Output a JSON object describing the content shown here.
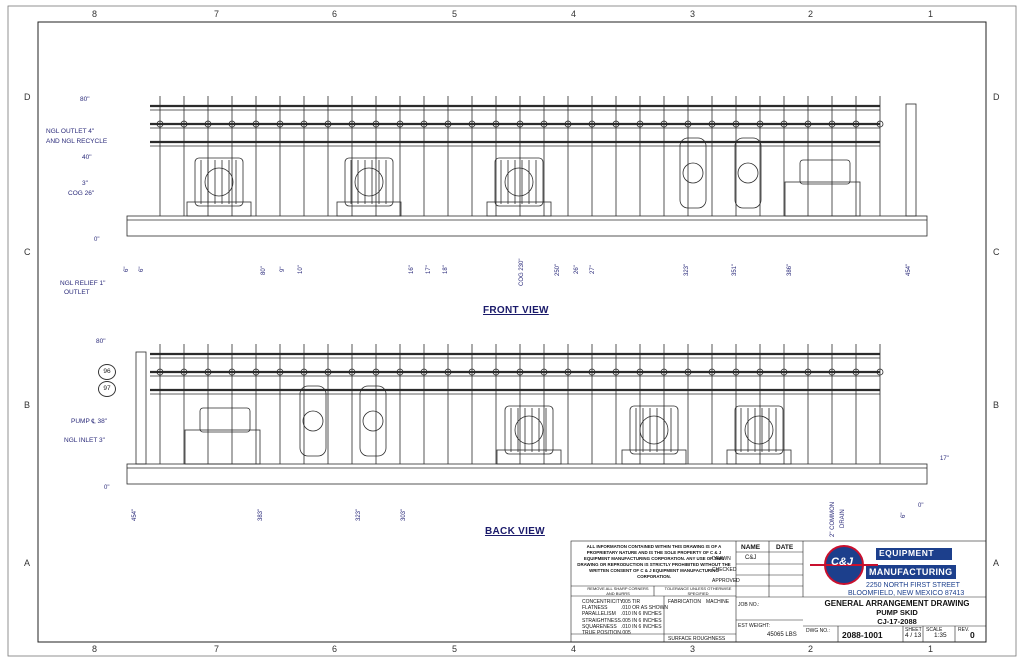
{
  "sheet": {
    "zones_top": [
      "8",
      "7",
      "6",
      "5",
      "4",
      "3",
      "2",
      "1"
    ],
    "zones_side_top": [
      "D",
      "C",
      "B",
      "A"
    ],
    "zones_side_bottom": [
      "B",
      "A"
    ]
  },
  "views": {
    "front": "FRONT VIEW",
    "back": "BACK VIEW"
  },
  "front_callouts": [
    "80\"",
    "NGL OUTLET 4\"",
    "AND NGL RECYCLE",
    "40\"",
    "3\"",
    "COG 26\""
  ],
  "front_dims": [
    "0\"",
    "6\"",
    "80\"",
    "9\"",
    "10\"",
    "16\"",
    "17\"",
    "18\"",
    "COG 230\"",
    "250\"",
    "26\"",
    "27\"",
    "323\"",
    "351\"",
    "386\"",
    "454\""
  ],
  "back_callouts": [
    "NGL RELIEF 1\"",
    "OUTLET",
    "80\"",
    "PUMP ℄ 38\"",
    "NGL INLET 3\""
  ],
  "back_dims": [
    "0\"",
    "454\"",
    "383\"",
    "323\"",
    "303\"",
    "2\" COMMON",
    "DRAIN",
    "6\"",
    "0\"",
    "17\""
  ],
  "bubbles": [
    "96",
    "97"
  ],
  "titleblock": {
    "notice": "ALL INFORMATION CONTAINED WITHIN THIS DRAWING IS OF A PROPRIETARY NATURE AND IS THE SOLE PROPERTY OF C & J EQUIPMENT MANUFACTURING CORPORATION. ANY USE OF THIS DRAWING OR REPRODUCTION IS STRICTLY PROHIBITED WITHOUT THE WRITTEN CONSENT OF C & J EQUIPMENT MANUFACTURING CORPORATION.",
    "name_header": "NAME",
    "date_header": "DATE",
    "drawn": "DRAWN",
    "drawn_name": "C&J",
    "checked": "CHECKED",
    "approved": "APPROVED",
    "remove_all": "REMOVE ALL SHARP CORNERS AND BURRS",
    "tolerance": "TOLERANCE UNLESS OTHERWISE SPECIFIED",
    "tolerances": [
      [
        "CONCENTRICITY",
        ".005 TIR"
      ],
      [
        "FLATNESS",
        ".010 OR AS SHOWN"
      ],
      [
        "PARALLELISM",
        ".010 IN 6 INCHES"
      ],
      [
        "STRAIGHTNESS",
        ".005 IN 6 INCHES"
      ],
      [
        "SQUARENESS",
        ".010 IN 6 INCHES"
      ],
      [
        "TRUE POSITION",
        ".005"
      ]
    ],
    "fabrication": "FABRICATION",
    "machine": "MACHINE",
    "surface": "SURFACE ROUGHNESS",
    "job_no": "JOB NO.:",
    "est_weight": "EST WEIGHT:",
    "weight": "45065 LBS",
    "company_line1": "EQUIPMENT",
    "company_line2": "MANUFACTURING",
    "logo": "C&J",
    "address1": "2250 NORTH FIRST STREET",
    "address2": "BLOOMFIELD, NEW MEXICO 87413",
    "title1": "GENERAL ARRANGEMENT DRAWING",
    "title2": "PUMP SKID",
    "title3": "CJ-17-2088",
    "dwg_no_label": "DWG NO.:",
    "dwg_no": "2088-1001",
    "sheet_label": "SHEET",
    "sheet": "4 / 13",
    "scale_label": "SCALE",
    "scale": "1:35",
    "rev_label": "REV.",
    "rev": "0"
  },
  "colors": {
    "line": "#2b2b2b",
    "annotation": "#2a2a7a",
    "logo_blue": "#1c3f8c",
    "logo_red": "#c8102e"
  }
}
